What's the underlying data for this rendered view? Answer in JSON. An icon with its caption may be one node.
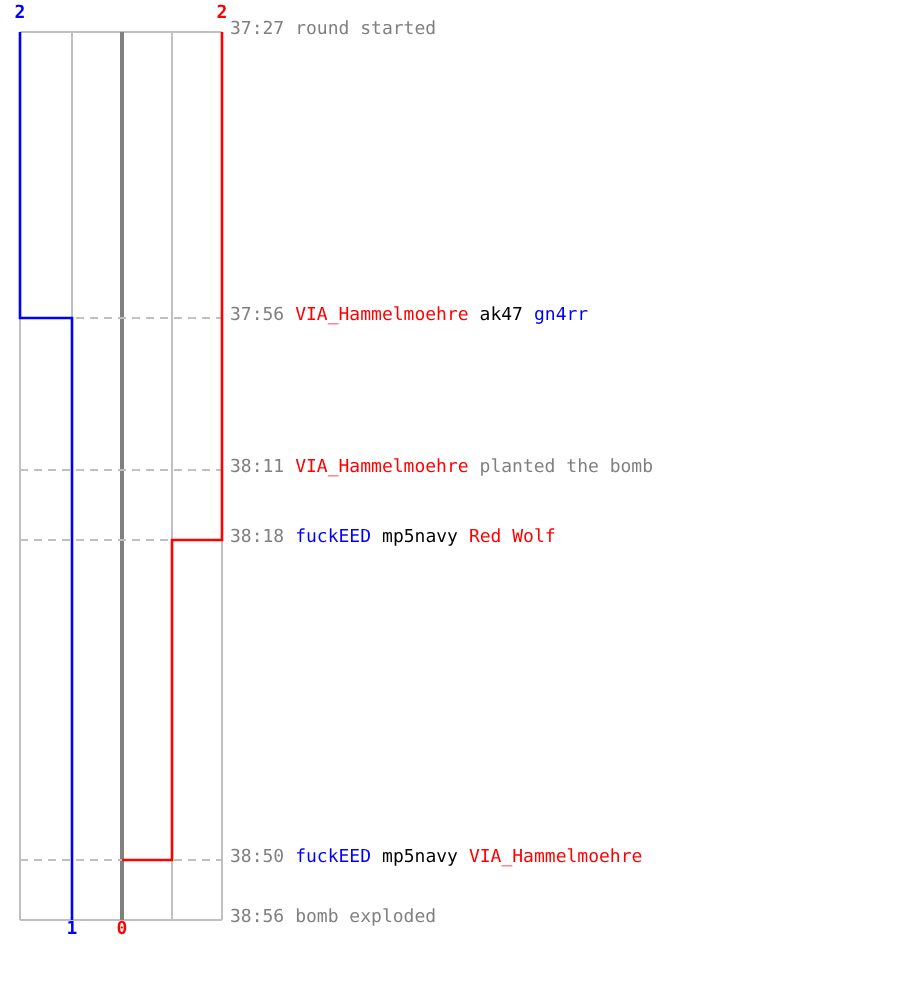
{
  "diagram": {
    "labels": [
      "2",
      "2",
      "37:27",
      "round started",
      "37:56",
      "VIA_Hammelmoehre",
      "ak47",
      "gn4rr",
      "38:11",
      "VIA_Hammelmoehre",
      "planted the bomb",
      "38:18",
      "fuckEED",
      "mp5navy",
      "Red Wolf",
      "38:50",
      "fuckEED",
      "mp5navy",
      "VIA_Hammelmoehre",
      "38:56",
      "bomb exploded",
      "1",
      "0"
    ]
  }
}
